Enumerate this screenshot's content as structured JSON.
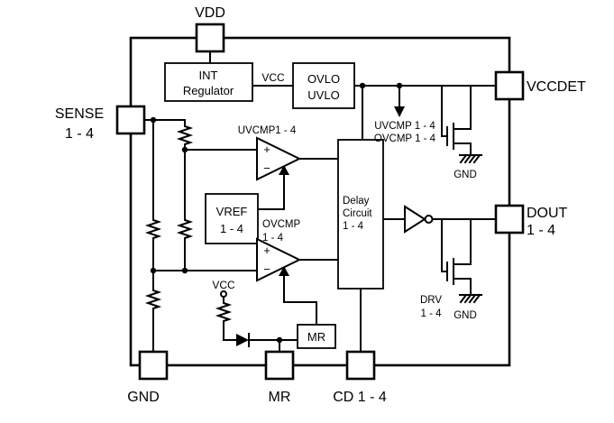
{
  "colors": {
    "ink": "#000000",
    "background": "#ffffff"
  },
  "pins": {
    "vdd": "VDD",
    "vccdet": "VCCDET",
    "dout": [
      "DOUT",
      "1 - 4"
    ],
    "sense": [
      "SENSE",
      "1 - 4"
    ],
    "gnd": "GND",
    "mr": "MR",
    "cd": "CD 1 - 4"
  },
  "blocks": {
    "int_regulator": [
      "INT",
      "Regulator"
    ],
    "ovlo_uvlo": [
      "OVLO",
      "UVLO"
    ],
    "vref": [
      "VREF",
      "1 - 4"
    ],
    "delay": [
      "Delay",
      "Circuit",
      "1 - 4"
    ],
    "mr": "MR"
  },
  "comparators": {
    "uvcmp_label": "UVCMP1 - 4",
    "ovcmp_label": [
      "OVCMP",
      "1 - 4"
    ],
    "plus": "+",
    "minus": "−"
  },
  "labels": {
    "vcc_internal": "VCC",
    "vcc_pullup": "VCC",
    "uvcmp_signal": "UVCMP 1 - 4",
    "ovcmp_signal": "OVCMP 1 - 4",
    "drv": [
      "DRV",
      "1 - 4"
    ],
    "gnd_vccdet_fet": "GND",
    "gnd_dout_fet": "GND"
  }
}
